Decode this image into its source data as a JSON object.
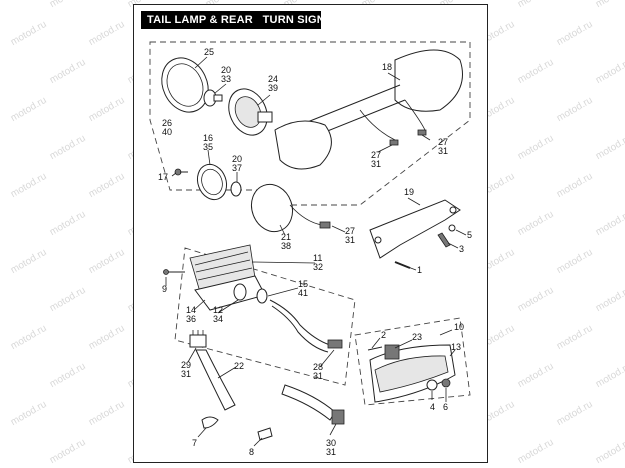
{
  "title": "TAIL LAMP & REAR   TURN SIGNALS",
  "watermark": "motod.ru",
  "callouts": {
    "c25": "25",
    "c20_33_a": "20",
    "c20_33_b": "33",
    "c24_39_a": "24",
    "c24_39_b": "39",
    "c18": "18",
    "c26_40_a": "26",
    "c26_40_b": "40",
    "c16_35_a": "16",
    "c16_35_b": "35",
    "c20_37_a": "20",
    "c20_37_b": "37",
    "c17": "17",
    "c27_31_a1": "27",
    "c27_31_a2": "31",
    "c27_31_b1": "27",
    "c27_31_b2": "31",
    "c27_31_c1": "27",
    "c27_31_c2": "31",
    "c19": "19",
    "c5": "5",
    "c3": "3",
    "c21_38_a": "21",
    "c21_38_b": "38",
    "c11_32_a": "11",
    "c11_32_b": "32",
    "c1": "1",
    "c9": "9",
    "c15_41_a": "15",
    "c15_41_b": "41",
    "c14_36_a": "14",
    "c14_36_b": "36",
    "c12_34_a": "12",
    "c12_34_b": "34",
    "c10": "10",
    "c2": "2",
    "c23": "23",
    "c13": "13",
    "c29_31_a": "29",
    "c29_31_b": "31",
    "c22": "22",
    "c28_31_a": "28",
    "c28_31_b": "31",
    "c4": "4",
    "c6": "6",
    "c7": "7",
    "c8": "8",
    "c30_31_a": "30",
    "c30_31_b": "31"
  }
}
